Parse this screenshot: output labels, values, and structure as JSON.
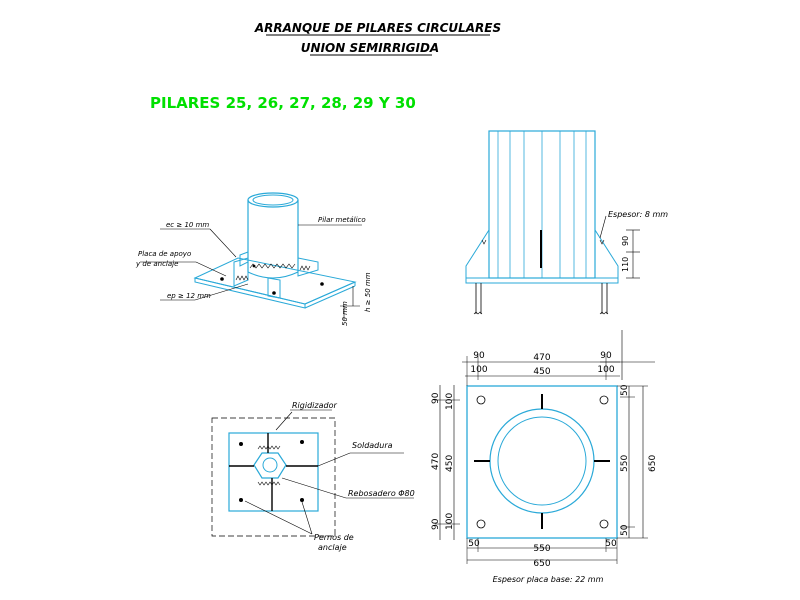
{
  "title": {
    "line1": "ARRANQUE DE PILARES CIRCULARES",
    "line2": "UNION SEMIRRIGIDA"
  },
  "subtitle": "PILARES 25, 26, 27, 28, 29 Y 30",
  "iso_view": {
    "ec_label": "ec ≥ 10 mm",
    "pilar_label": "Pilar metálico",
    "placa_label_1": "Placa de apoyo",
    "placa_label_2": "y de anclaje",
    "ep_label": "ep ≥ 12 mm",
    "h_label": "h ≥ 50 mm",
    "min_label": "50 mm"
  },
  "elevation_view": {
    "espesor_label": "Espesor: 8 mm",
    "dim_90": "90",
    "dim_110": "110"
  },
  "plan_small": {
    "rigidizador_label": "Rigidizador",
    "soldadura_label": "Soldadura",
    "rebosadero_label": "Rebosadero Φ80",
    "pernos_label_1": "Pernos de",
    "pernos_label_2": "anclaje"
  },
  "plan_large": {
    "top_dims": [
      "90",
      "470",
      "90"
    ],
    "top_dims_2": [
      "100",
      "450",
      "100"
    ],
    "left_dims": [
      "90",
      "470",
      "90"
    ],
    "left_dims_2": [
      "100",
      "450",
      "100"
    ],
    "right_dims": [
      "50",
      "550",
      "50"
    ],
    "right_total": "650",
    "bottom_dims": [
      "50",
      "550",
      "50"
    ],
    "bottom_total": "650",
    "espesor_placa": "Espesor placa base: 22 mm"
  },
  "colors": {
    "steel": "#2aa9d8",
    "accent_green": "#00e000",
    "ink": "#000000"
  }
}
